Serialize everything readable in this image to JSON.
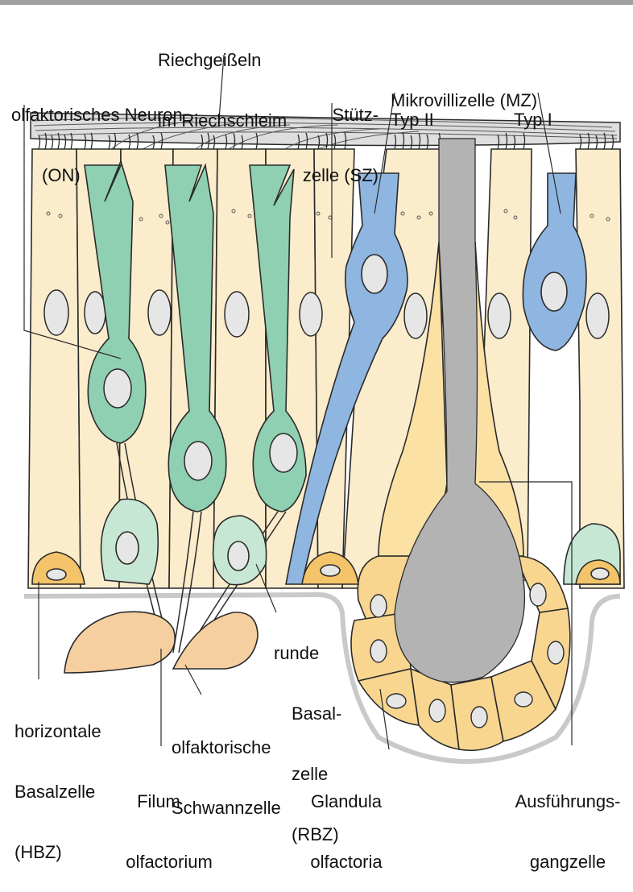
{
  "labels": {
    "riechgeisseln": [
      "Riechgeißeln",
      "im Riechschleim"
    ],
    "olf_neuron": [
      "olfaktorisches Neuron",
      "(ON)"
    ],
    "stuetzzelle": [
      "Stütz-",
      "zelle (SZ)"
    ],
    "mikrovilli": "Mikrovillizelle (MZ)",
    "typ2": "Typ II",
    "typ1": "Typ I",
    "runde_basal": [
      "runde",
      "Basal-",
      "zelle",
      "(RBZ)"
    ],
    "horiz_basal": [
      "horizontale",
      "Basalzelle",
      "(HBZ)"
    ],
    "schwann": [
      "olfaktorische",
      "Schwannzelle"
    ],
    "filum": [
      "Filum",
      "olfactorium"
    ],
    "glandula": [
      "Glandula",
      "olfactoria"
    ],
    "ausfuehrung": [
      "Ausführungs-",
      "gangzelle"
    ]
  },
  "colors": {
    "support_cell": "#fbeccb",
    "neuron": "#8fd0b2",
    "microvillar": "#8fb6e0",
    "basal_round": "#c7e7d5",
    "basal_horizontal": "#f4c46a",
    "gland": "#f8d690",
    "duct_lumen": "#b3b3b3",
    "mucus": "#dedede",
    "nucleus": "#e6e6e6",
    "schwann": "#f6cfa0",
    "outline": "#2a2a2a",
    "membrane": "#c9c9c9"
  }
}
